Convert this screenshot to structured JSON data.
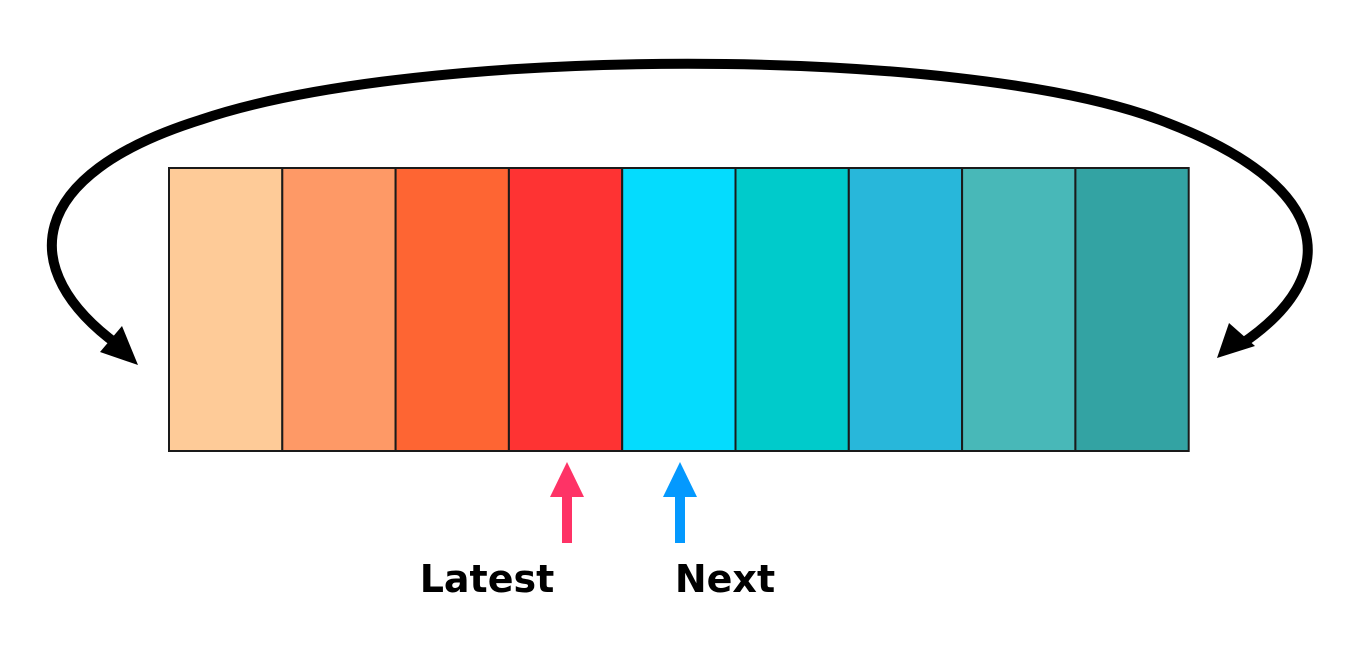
{
  "buffer": {
    "slots": [
      {
        "color": "#FECB98"
      },
      {
        "color": "#FE9966"
      },
      {
        "color": "#FE6533"
      },
      {
        "color": "#FE3333"
      },
      {
        "color": "#04DCFE"
      },
      {
        "color": "#00CBCB"
      },
      {
        "color": "#28B7DA"
      },
      {
        "color": "#48B8B8"
      },
      {
        "color": "#33A3A3"
      }
    ]
  },
  "pointers": {
    "latest": {
      "label": "Latest",
      "slot_index": 3,
      "color": "#FE3366"
    },
    "next": {
      "label": "Next",
      "slot_index": 4,
      "color": "#0499FE"
    }
  },
  "wraparound_arrow": {
    "color": "#000000"
  }
}
